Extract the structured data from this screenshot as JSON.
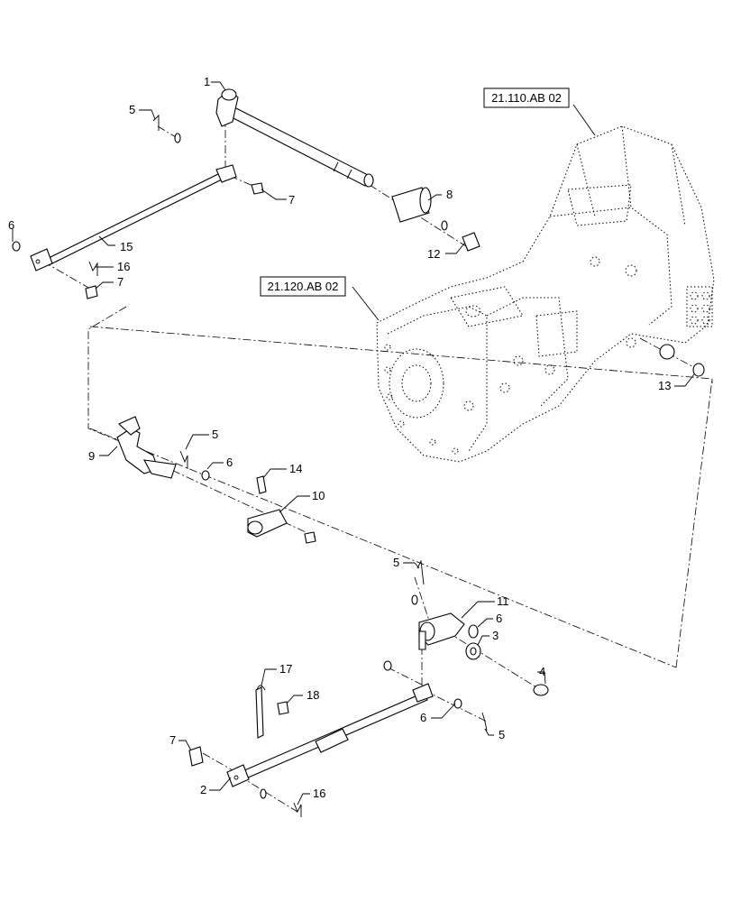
{
  "references": [
    {
      "id": "ref-21-110",
      "label": "21.110.AB 02"
    },
    {
      "id": "ref-21-120",
      "label": "21.120.AB 02"
    }
  ],
  "callouts": [
    {
      "id": "c1",
      "label": "1"
    },
    {
      "id": "c5a",
      "label": "5"
    },
    {
      "id": "c7a",
      "label": "7"
    },
    {
      "id": "c8",
      "label": "8"
    },
    {
      "id": "c6a",
      "label": "6"
    },
    {
      "id": "c15",
      "label": "15"
    },
    {
      "id": "c16a",
      "label": "16"
    },
    {
      "id": "c7b",
      "label": "7"
    },
    {
      "id": "c12",
      "label": "12"
    },
    {
      "id": "c13",
      "label": "13"
    },
    {
      "id": "c9",
      "label": "9"
    },
    {
      "id": "c5b",
      "label": "5"
    },
    {
      "id": "c6b",
      "label": "6"
    },
    {
      "id": "c14",
      "label": "14"
    },
    {
      "id": "c10",
      "label": "10"
    },
    {
      "id": "c5c",
      "label": "5"
    },
    {
      "id": "c11",
      "label": "11"
    },
    {
      "id": "c6c",
      "label": "6"
    },
    {
      "id": "c3",
      "label": "3"
    },
    {
      "id": "c4",
      "label": "4"
    },
    {
      "id": "c17",
      "label": "17"
    },
    {
      "id": "c18",
      "label": "18"
    },
    {
      "id": "c6d",
      "label": "6"
    },
    {
      "id": "c5d",
      "label": "5"
    },
    {
      "id": "c7c",
      "label": "7"
    },
    {
      "id": "c2",
      "label": "2"
    },
    {
      "id": "c16b",
      "label": "16"
    }
  ]
}
